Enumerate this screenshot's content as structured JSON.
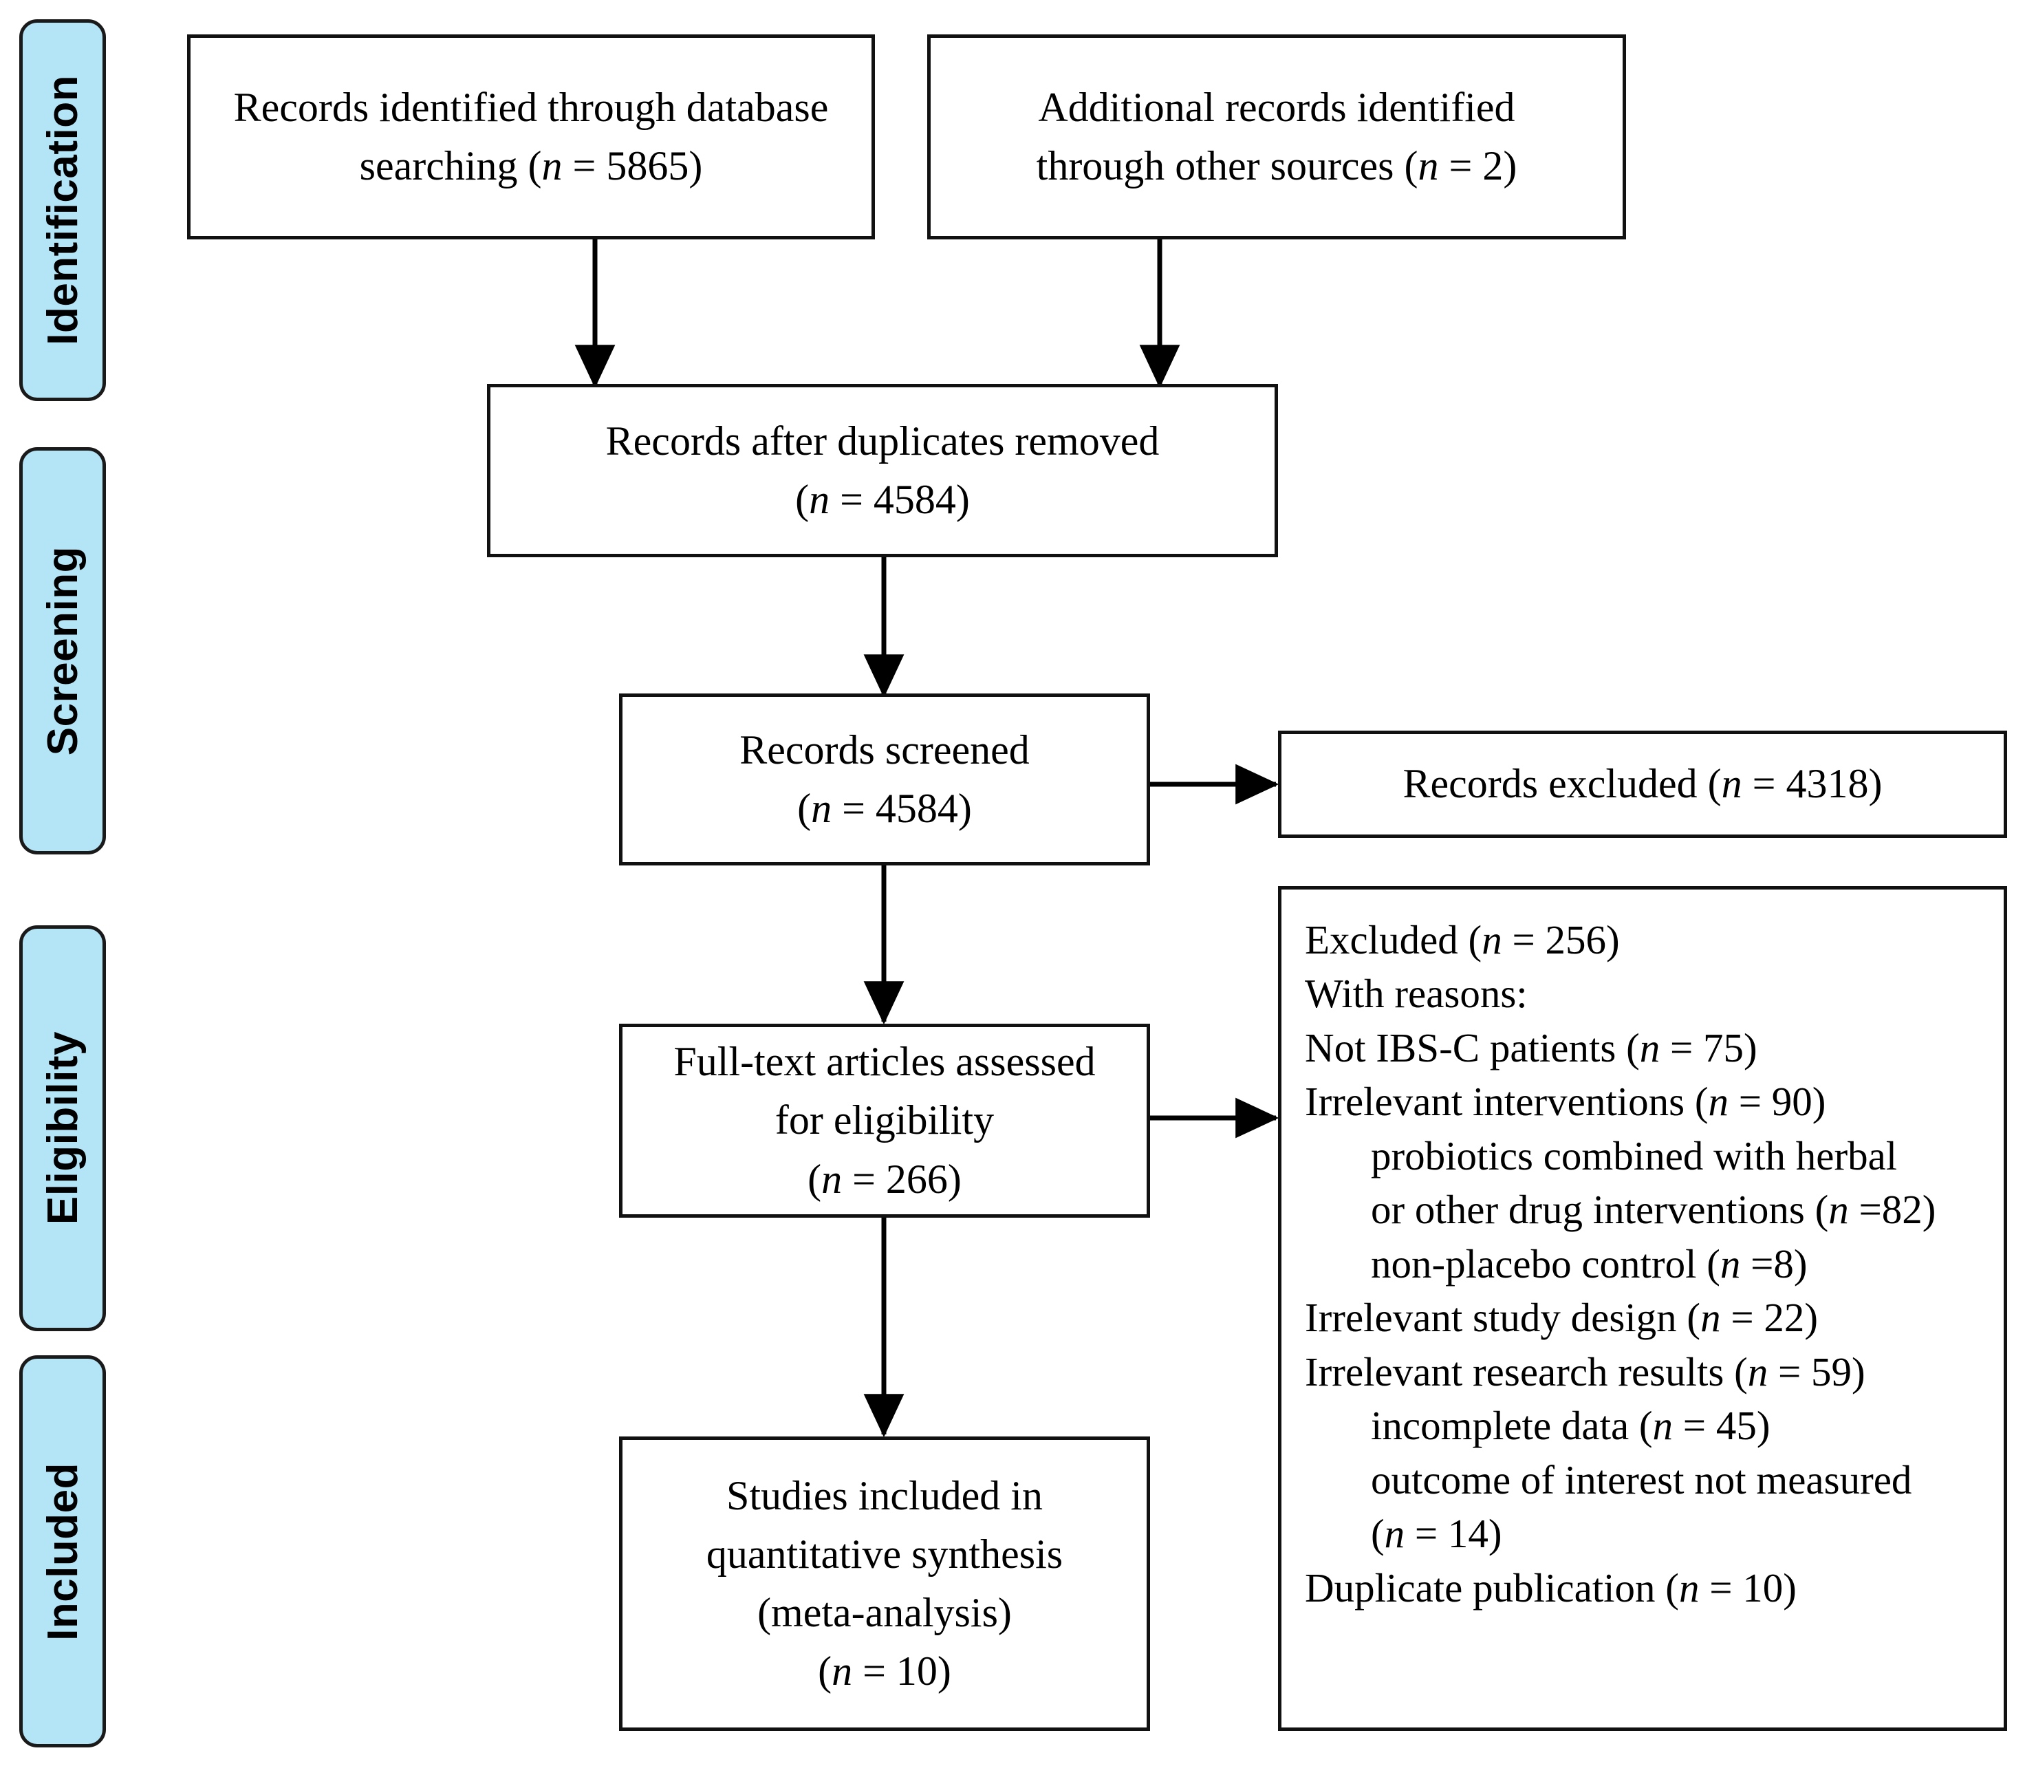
{
  "diagram": {
    "type": "prisma-flow-diagram",
    "title": "PRISMA study selection flow diagram",
    "colors": {
      "stage_fill": "#b3e5f7",
      "stage_border": "#1a1a1a",
      "box_border": "#111111",
      "background": "#ffffff",
      "text": "#000000"
    }
  },
  "stages": [
    {
      "id": "identification",
      "label": "Identification"
    },
    {
      "id": "screening",
      "label": "Screening"
    },
    {
      "id": "eligibility",
      "label": "Eligibility"
    },
    {
      "id": "included",
      "label": "Included"
    }
  ],
  "boxes": {
    "database_search": {
      "line1": "Records identified through database",
      "line2_pre": "searching (",
      "line2_n": "n",
      "line2_post": " = 5865)",
      "count": 5865
    },
    "other_sources": {
      "line1": "Additional records identified",
      "line2_pre": "through other sources (",
      "line2_n": "n",
      "line2_post": " = 2)",
      "count": 2
    },
    "duplicates_removed": {
      "line1": "Records after duplicates removed",
      "line2_pre": "(",
      "line2_n": "n",
      "line2_post": " = 4584)",
      "count": 4584
    },
    "records_screened": {
      "line1": "Records screened",
      "line2_pre": "(",
      "line2_n": "n",
      "line2_post": " = 4584)",
      "count": 4584
    },
    "records_excluded": {
      "line1_pre": "Records excluded (",
      "line1_n": "n",
      "line1_post": " = 4318)",
      "count": 4318
    },
    "fulltext_assessed": {
      "line1": "Full-text articles assessed",
      "line2": "for eligibility",
      "line3_pre": "(",
      "line3_n": "n",
      "line3_post": " = 266)",
      "count": 266
    },
    "studies_included": {
      "line1": "Studies included in",
      "line2": "quantitative synthesis",
      "line3": "(meta-analysis)",
      "line4_pre": "(",
      "line4_n": "n",
      "line4_post": " = 10)",
      "count": 10
    },
    "excluded_with_reasons": {
      "lines": [
        {
          "pre": "Excluded (",
          "n": "n",
          "post": " = 256)",
          "indent": false,
          "count": 256
        },
        {
          "pre": "With reasons:",
          "n": "",
          "post": "",
          "indent": false,
          "count": null
        },
        {
          "pre": "Not IBS-C patients (",
          "n": "n",
          "post": " = 75)",
          "indent": false,
          "count": 75
        },
        {
          "pre": "Irrelevant interventions (",
          "n": "n",
          "post": " = 90)",
          "indent": false,
          "count": 90
        },
        {
          "pre": "probiotics combined with herbal",
          "n": "",
          "post": "",
          "indent": true,
          "count": null
        },
        {
          "pre": "or other drug interventions (",
          "n": "n",
          "post": " =82)",
          "indent": true,
          "count": 82
        },
        {
          "pre": "non-placebo control (",
          "n": "n",
          "post": " =8)",
          "indent": true,
          "count": 8
        },
        {
          "pre": "Irrelevant study design (",
          "n": "n",
          "post": " = 22)",
          "indent": false,
          "count": 22
        },
        {
          "pre": "Irrelevant research results (",
          "n": "n",
          "post": " = 59)",
          "indent": false,
          "count": 59
        },
        {
          "pre": "incomplete data (",
          "n": "n",
          "post": " = 45)",
          "indent": true,
          "count": 45
        },
        {
          "pre": "outcome of interest not measured",
          "n": "",
          "post": "",
          "indent": true,
          "count": null
        },
        {
          "pre": "(",
          "n": "n",
          "post": " = 14)",
          "indent": true,
          "count": 14
        },
        {
          "pre": "Duplicate publication (",
          "n": "n",
          "post": " = 10)",
          "indent": false,
          "count": 10
        }
      ]
    }
  }
}
